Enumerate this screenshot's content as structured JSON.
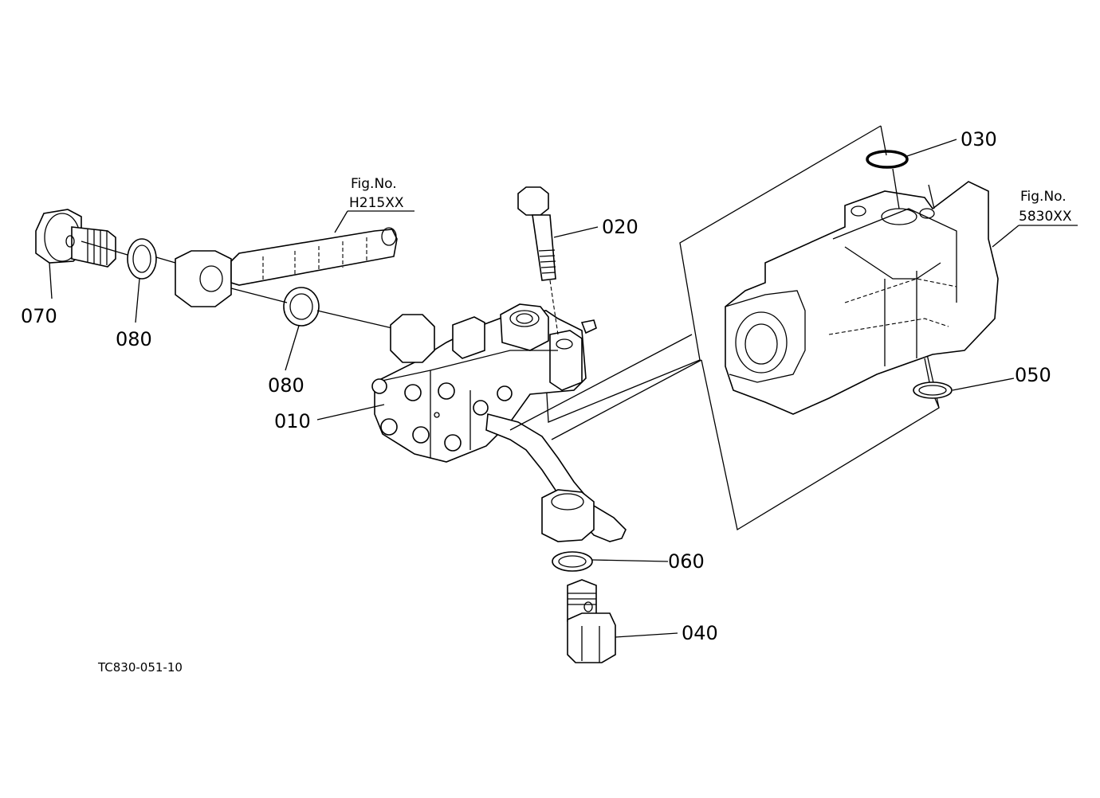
{
  "drawing_code": "TC830-051-10",
  "callouts": [
    {
      "id": "c010",
      "text": "010"
    },
    {
      "id": "c020",
      "text": "020"
    },
    {
      "id": "c030",
      "text": "030"
    },
    {
      "id": "c040",
      "text": "040"
    },
    {
      "id": "c050",
      "text": "050"
    },
    {
      "id": "c060",
      "text": "060"
    },
    {
      "id": "c070",
      "text": "070"
    },
    {
      "id": "c080a",
      "text": "080"
    },
    {
      "id": "c080b",
      "text": "080"
    }
  ],
  "fig_refs": [
    {
      "label": "Fig.No.",
      "number": "H215XX"
    },
    {
      "label": "Fig.No.",
      "number": "5830XX"
    }
  ]
}
